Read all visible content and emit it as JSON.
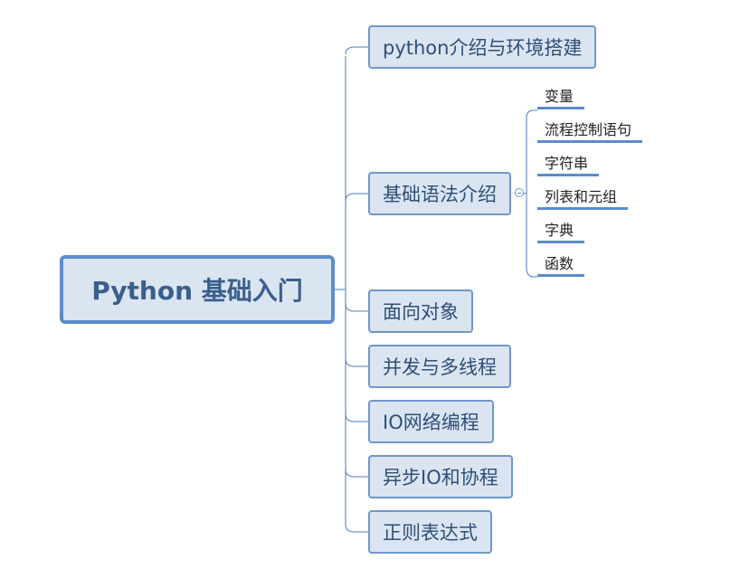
{
  "root": {
    "label": "Python 基础入门"
  },
  "branches": [
    {
      "label": "python介绍与环境搭建"
    },
    {
      "label": "基础语法介绍",
      "children": [
        {
          "label": "变量"
        },
        {
          "label": "流程控制语句"
        },
        {
          "label": "字符串"
        },
        {
          "label": "列表和元组"
        },
        {
          "label": "字典"
        },
        {
          "label": "函数"
        }
      ]
    },
    {
      "label": "面向对象"
    },
    {
      "label": "并发与多线程"
    },
    {
      "label": "IO网络编程"
    },
    {
      "label": "异步IO和协程"
    },
    {
      "label": "正则表达式"
    }
  ],
  "colors": {
    "node_fill": "#dbe5f2",
    "node_border": "#6f97c9",
    "root_border": "#5b8ccc",
    "connector": "#6f97c9",
    "leaf_underline": "#5b8ccc"
  }
}
